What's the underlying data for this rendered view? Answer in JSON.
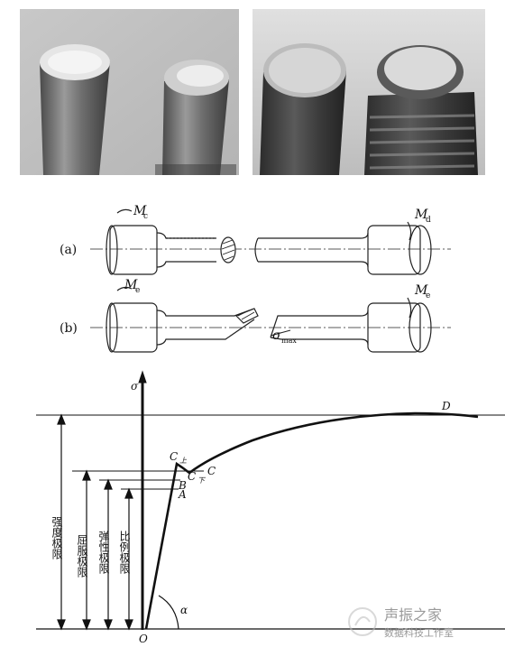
{
  "photos": {
    "left": {
      "icon": "brittle-fracture-specimens-photo"
    },
    "right": {
      "icon": "ductile-fracture-specimens-photo"
    }
  },
  "torsion_figure": {
    "row_a": {
      "label": "(a)",
      "moment_left": "M",
      "moment_left_sub": "c",
      "moment_right": "M",
      "moment_right_sub": "d"
    },
    "row_b": {
      "label": "(b)",
      "moment_left": "M",
      "moment_left_sub": "e",
      "moment_right": "M",
      "moment_right_sub": "e",
      "stress": "σ",
      "stress_sub": "max"
    }
  },
  "stress_strain": {
    "axis_y_label": "σ",
    "origin_label": "O",
    "angle_label": "α",
    "points": {
      "A": "A",
      "B": "B",
      "C_upper": "C",
      "C_upper_sub": "上",
      "C_lower": "C",
      "C_lower_sub": "下",
      "C": "C",
      "D": "D"
    },
    "limits": {
      "strength": "强度极限",
      "yield": "屈服极限",
      "elastic": "弹性极限",
      "proportional": "比例极限"
    }
  },
  "watermark": {
    "line1": "声振之家",
    "line2": "数据科技工作室"
  }
}
